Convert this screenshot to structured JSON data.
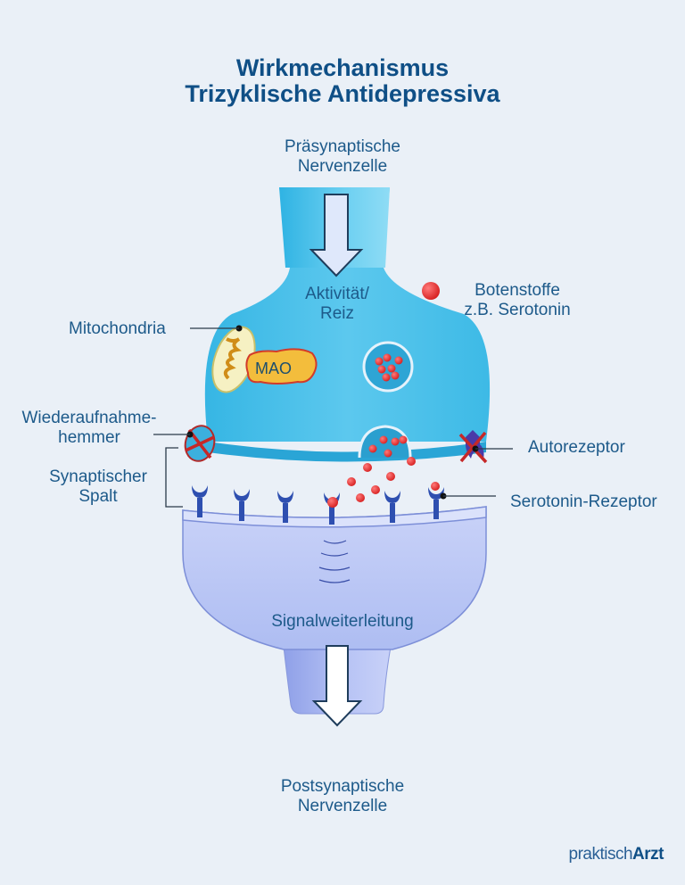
{
  "title": {
    "line1": "Wirkmechanismus",
    "line2": "Trizyklische Antidepressiva"
  },
  "labels": {
    "presynaptic_line1": "Präsynaptische",
    "presynaptic_line2": "Nervenzelle",
    "activity_line1": "Aktivität/",
    "activity_line2": "Reiz",
    "messenger_line1": "Botenstoffe",
    "messenger_line2": "z.B. Serotonin",
    "mitochondria": "Mitochondria",
    "mao": "MAO",
    "reuptake_line1": "Wiederaufnahme-",
    "reuptake_line2": "hemmer",
    "cleft_line1": "Synaptischer",
    "cleft_line2": "Spalt",
    "autoreceptor": "Autorezeptor",
    "serotonin_receptor": "Serotonin-Rezeptor",
    "signal": "Signalweiterleitung",
    "postsynaptic_line1": "Postsynaptische",
    "postsynaptic_line2": "Nervenzelle"
  },
  "brand": {
    "light": "praktisch",
    "bold": "Arzt"
  },
  "colors": {
    "background": "#eaf0f7",
    "presynaptic": "#3fbde6",
    "postsynaptic": "#c3cdf6",
    "receptor": "#2e4fb0",
    "serotonin": "#e23434",
    "blocked": "#cc2a2a",
    "mao": "#f3bd3c",
    "text": "#1d5a8a",
    "title": "#0f4f86"
  }
}
